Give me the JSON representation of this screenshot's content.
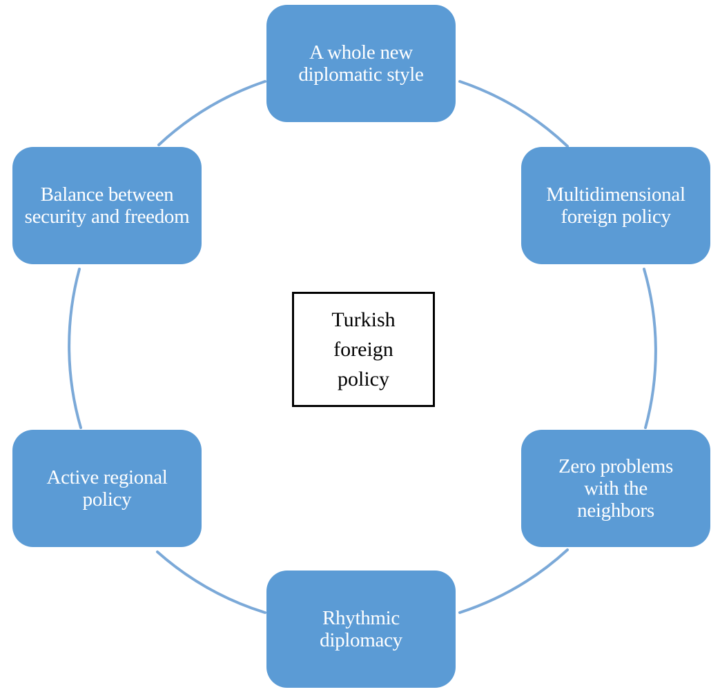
{
  "diagram": {
    "center": {
      "label": "Turkish foreign policy"
    },
    "nodes": [
      {
        "id": "top",
        "label": "A whole new diplomatic style"
      },
      {
        "id": "top-right",
        "label": "Multidimensional foreign policy"
      },
      {
        "id": "bottom-right",
        "label": "Zero problems with the neighbors"
      },
      {
        "id": "bottom",
        "label": "Rhythmic diplomacy"
      },
      {
        "id": "bottom-left",
        "label": "Active regional policy"
      },
      {
        "id": "top-left",
        "label": "Balance between security and freedom"
      }
    ],
    "colors": {
      "node_fill": "#5b9bd5",
      "node_text": "#ffffff",
      "ring": "#7ba9d8",
      "center_border": "#000000"
    }
  }
}
